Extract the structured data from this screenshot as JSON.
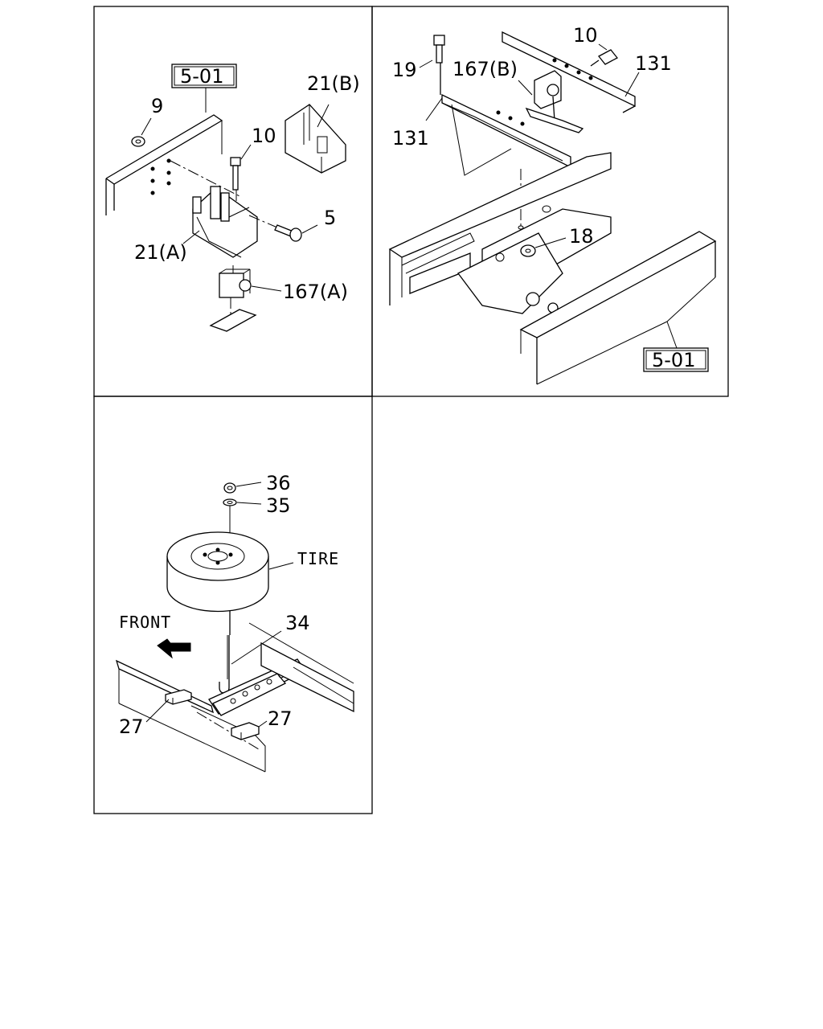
{
  "panels": {
    "top_left": {
      "refbox": "5-01",
      "labels": {
        "p9": "9",
        "p10": "10",
        "p5": "5",
        "p21a": "21(A)",
        "p21b": "21(B)",
        "p167a": "167(A)"
      }
    },
    "top_right": {
      "refbox": "5-01",
      "labels": {
        "p19": "19",
        "p167b": "167(B)",
        "p10": "10",
        "p131a": "131",
        "p131b": "131",
        "p18": "18"
      }
    },
    "bottom_left": {
      "labels": {
        "p36": "36",
        "p35": "35",
        "tire": "TIRE",
        "front": "FRONT",
        "p34": "34",
        "p27a": "27",
        "p27b": "27"
      }
    }
  }
}
